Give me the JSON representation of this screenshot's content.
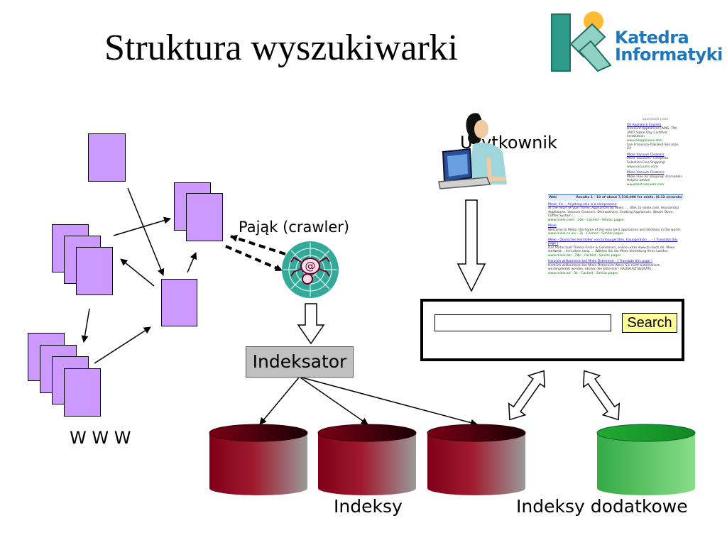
{
  "title": "Struktura wyszukiwarki",
  "logo": {
    "line1": "Katedra",
    "line2": "Informatyki"
  },
  "labels": {
    "www": "W W W",
    "crawler": "Pająk (crawler)",
    "indexer": "Indeksator",
    "user": "Użytkownik",
    "indexes": "Indeksy",
    "extra_indexes": "Indeksy dodatkowe"
  },
  "search": {
    "button_label": "Search",
    "input_value": ""
  },
  "serp": {
    "sponsored_header": "Sponsored Links",
    "ads": [
      {
        "title": "Oil Appliance Express",
        "text": "Discount Appliances (AMG, TMI 3907 Same Day Certified Installation",
        "url": "www.oilappliance.com",
        "extra": "San Francisco-Oakland-San Jose, CA"
      },
      {
        "title": "Miele Vacuum Cleaners",
        "text": "Miele Vacuums- Complete Selection Free Shipping!",
        "url": "www.vacuums.com",
        "extra": ""
      },
      {
        "title": "Miele Vacuum Cleaners",
        "text": "Miele Free Air shipping! All models. Helpful advice.",
        "url": "www.best-vacuum.com",
        "extra": ""
      }
    ],
    "web_label": "Web",
    "results_summary": "Results 1 - 10 of about 7,310,000 for miele. (0.32 seconds)",
    "results": [
      {
        "title": "Miele, Inc -- Anything else is a compromise",
        "text": "At the heart of your home, Appliances by Miele. ... USA, to miele.com. Residential Appliances. Vacuum Cleaners. Dishwashers. Cooking Appliances. Steam Oven. Coffee System ...",
        "url": "www.miele.com/ - 20k - Cached - Similar pages"
      },
      {
        "title": "Miele",
        "text": "Welcome to Miele, the home of the very best appliances and kitchens in the world.",
        "url": "www.miele.co.uk/ - 3k - Cached - Similar pages"
      },
      {
        "title": "Miele - Deutscher Hersteller von Einbaugeräten, Hausgeräten ... - [ Translate this page ]",
        "text": "Das Portal zum Thema Essen & Geniessen, online unter www.zu-tisch.de. Miele weltweit ...ein Leben lang. ... Wählen Sie die Miele Vertretung Ihres Landes.",
        "url": "www.miele.de/ - 78k - Cached - Similar pages"
      },
      {
        "title": "Herzlich willkommen bei Miele Österreich - [ Translate this page ]",
        "text": "Herzlich willkommen bei Miele Österreich Wenn Sie nicht automatisch weitergeleitet werden, klicken Sie bitte hier! HAUSHALTSGERÄTE ...",
        "url": "www.miele.at/ - 3k - Cached - Similar pages"
      }
    ]
  },
  "colors": {
    "page_purple": "#cc99ff",
    "index_dark": "#800018",
    "index_gray": "#999999",
    "extra_index_green": "#33aa44",
    "search_button": "#ffff99",
    "logo_teal": "#2e9a8a",
    "logo_orange": "#ffbb33",
    "logo_blue": "#2277bb",
    "crawler_bg": "#33aa99",
    "indexer_gray": "#c0c0c0"
  },
  "icons": {
    "crawler": "spider-web-icon",
    "user": "person-at-computer-icon",
    "logo": "katedra-logo-icon"
  }
}
